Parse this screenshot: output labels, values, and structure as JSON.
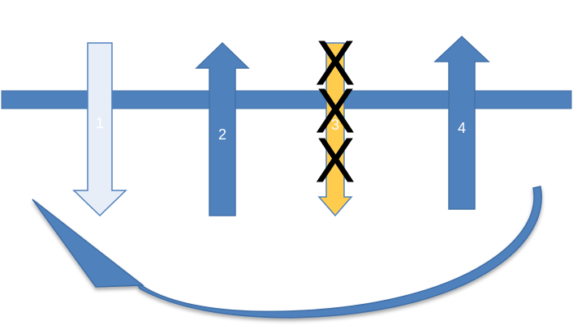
{
  "diagram": {
    "colors": {
      "bar_fill": "#4f81bd",
      "bar_stroke": "#4472a8",
      "arrow_blue": "#4f81bd",
      "arrow_pale": "#e8eef8",
      "arrow_yellow": "#ffcc4d",
      "curve_fill": "#4f81bd",
      "label_color": "#ffffff",
      "x_color": "#000000"
    },
    "arrows": [
      {
        "label": "1",
        "direction": "down",
        "style": "pale"
      },
      {
        "label": "2",
        "direction": "up",
        "style": "blue"
      },
      {
        "label": "3",
        "direction": "down",
        "style": "yellow",
        "crossed_out": true,
        "x_marks": [
          "X",
          "X",
          "X"
        ]
      },
      {
        "label": "4",
        "direction": "up",
        "style": "blue"
      }
    ],
    "curved_arrow": {
      "direction": "right-to-left",
      "icon": "curved-return-arrow-icon"
    }
  }
}
